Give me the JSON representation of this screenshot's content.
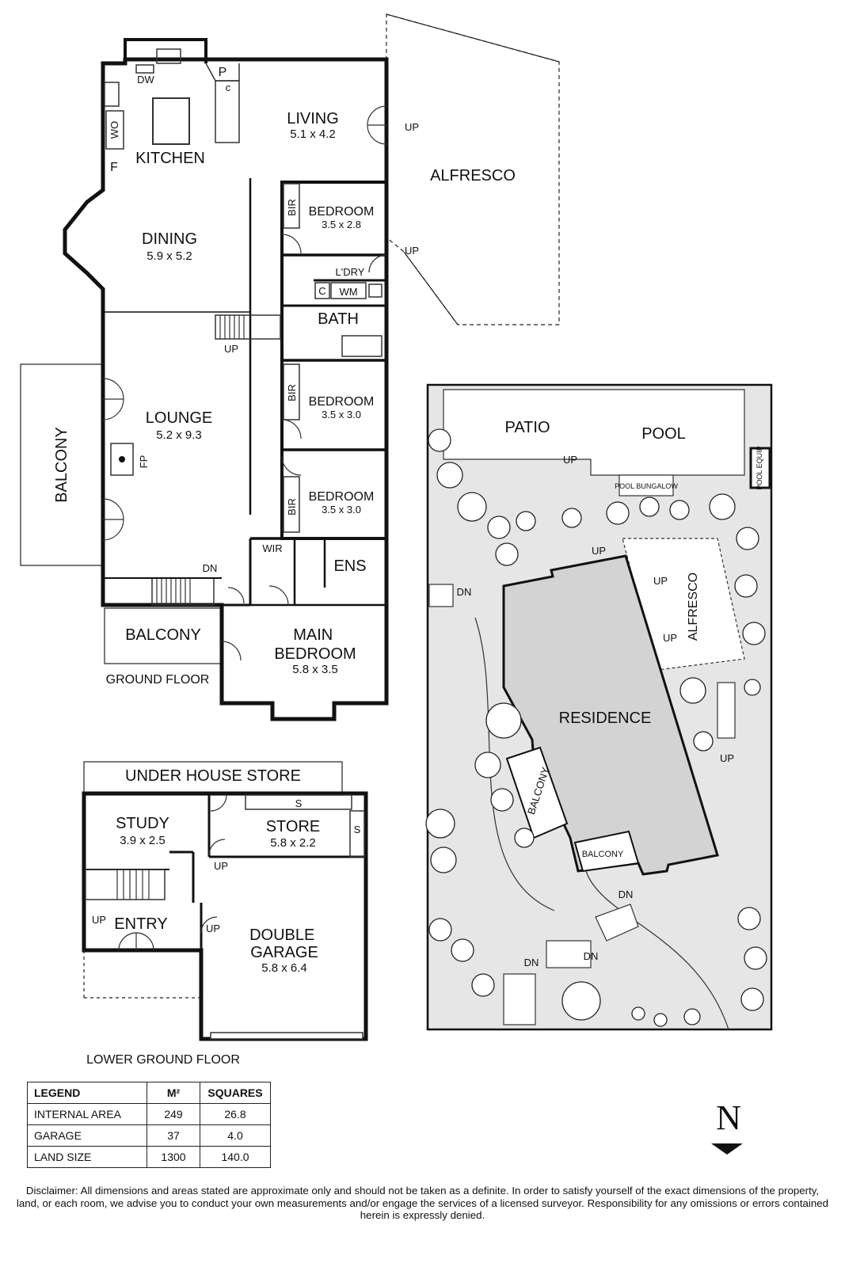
{
  "ground_floor": {
    "caption": "GROUND FLOOR",
    "rooms": [
      {
        "id": "living",
        "name": "LIVING",
        "dims": "5.1 x 4.2"
      },
      {
        "id": "kitchen",
        "name": "KITCHEN",
        "dims": ""
      },
      {
        "id": "dining",
        "name": "DINING",
        "dims": "5.9 x 5.2"
      },
      {
        "id": "lounge",
        "name": "LOUNGE",
        "dims": "5.2 x 9.3"
      },
      {
        "id": "bedroom1",
        "name": "BEDROOM",
        "dims": "3.5 x 2.8"
      },
      {
        "id": "bedroom2",
        "name": "BEDROOM",
        "dims": "3.5 x 3.0"
      },
      {
        "id": "bedroom3",
        "name": "BEDROOM",
        "dims": "3.5 x 3.0"
      },
      {
        "id": "main_bedroom",
        "name": "MAIN BEDROOM",
        "dims": "5.8 x 3.5"
      },
      {
        "id": "alfresco",
        "name": "ALFRESCO",
        "dims": ""
      },
      {
        "id": "balcony_west",
        "name": "BALCONY",
        "dims": ""
      },
      {
        "id": "balcony_south",
        "name": "BALCONY",
        "dims": ""
      },
      {
        "id": "bath",
        "name": "BATH",
        "dims": ""
      },
      {
        "id": "ens",
        "name": "ENS",
        "dims": ""
      }
    ],
    "small_labels": {
      "dw": "DW",
      "p": "P",
      "c_pantry": "c",
      "wo": "WO",
      "f": "F",
      "bir": "BIR",
      "laundry": "L'DRY",
      "c": "C",
      "wm": "WM",
      "wir": "WIR",
      "fp": "FP",
      "up": "UP",
      "dn": "DN"
    }
  },
  "lower_ground_floor": {
    "caption": "LOWER GROUND FLOOR",
    "rooms": [
      {
        "id": "under_house",
        "name": "UNDER HOUSE STORE",
        "dims": ""
      },
      {
        "id": "study",
        "name": "STUDY",
        "dims": "3.9 x 2.5"
      },
      {
        "id": "store",
        "name": "STORE",
        "dims": "5.8 x 2.2"
      },
      {
        "id": "entry",
        "name": "ENTRY",
        "dims": ""
      },
      {
        "id": "garage",
        "name": "DOUBLE GARAGE",
        "dims": "5.8 x 6.4"
      }
    ],
    "small_labels": {
      "s": "S",
      "up": "UP"
    }
  },
  "site_plan": {
    "labels": {
      "patio": "PATIO",
      "pool": "POOL",
      "pool_equip": "POOL EQUIP",
      "pool_bungalow": "POOL BUNGALOW",
      "alfresco": "ALFRESCO",
      "residence": "RESIDENCE",
      "balcony": "BALCONY",
      "up": "UP",
      "dn": "DN"
    }
  },
  "legend": {
    "headers": [
      "LEGEND",
      "M²",
      "SQUARES"
    ],
    "rows": [
      {
        "label": "INTERNAL AREA",
        "m2": "249",
        "squares": "26.8"
      },
      {
        "label": "GARAGE",
        "m2": "37",
        "squares": "4.0"
      },
      {
        "label": "LAND SIZE",
        "m2": "1300",
        "squares": "140.0"
      }
    ]
  },
  "north": {
    "label": "N"
  },
  "disclaimer": "Disclaimer: All dimensions and areas stated are approximate only and should not be taken as a definite. In order to satisfy yourself of the exact dimensions of the property, land, or each room, we advise you to conduct your own measurements and/or engage the services of a licensed surveyor. Responsibility for any omissions or errors contained herein is expressly denied.",
  "colors": {
    "wall": "#111111",
    "site_fill": "#e6e6e6",
    "residence_fill": "#d3d3d3",
    "tree_fill": "#ffffff"
  }
}
